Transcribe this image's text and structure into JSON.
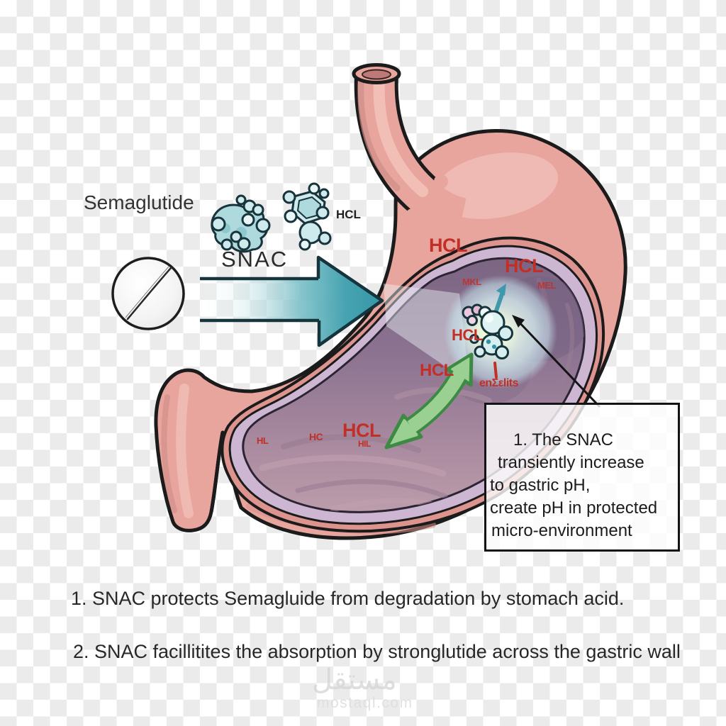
{
  "labels": {
    "semaglutide": "Semaglutide",
    "snac": "SNAC",
    "hcl_molecule": "HCL"
  },
  "acid_labels": [
    "HCL",
    "HCL",
    "MKL",
    "MEL",
    "HCL",
    "HCL",
    "HCL",
    "HIL",
    "HL",
    "HC"
  ],
  "enzyme_label": "enΣεlits",
  "callout": {
    "lines": [
      "1. The SNAC",
      "transiently increase",
      "to gastric pH,",
      "create pH in protected",
      "micro-environment"
    ]
  },
  "captions": [
    "1. SNAC protects Semagluide from degradation by stomach acid.",
    "2. SNAC facillitites the absorption by stronglutide across the gastric wall"
  ],
  "watermark": {
    "arabic": "مستقل",
    "domain": "mostaql.com"
  },
  "colors": {
    "stomach": "#e8a59e",
    "stomach_interior": "#8a7290",
    "lining": "#cdb6d2",
    "acid_label_red": "#c22f27",
    "arrow_teal": "#3d9aa9",
    "arrow_green": "#9ad193",
    "molecule_cyan": "#cfeaec"
  }
}
